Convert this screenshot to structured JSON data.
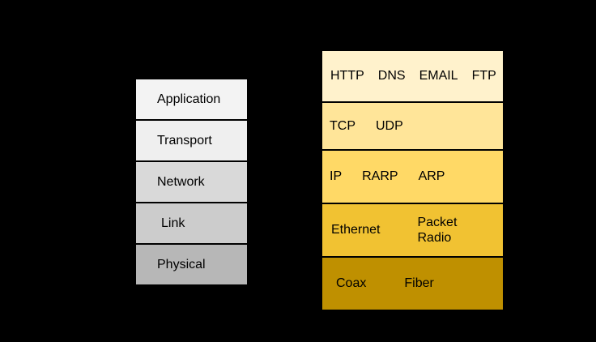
{
  "background_color": "#000000",
  "text_color": "#000000",
  "border_color": "#000000",
  "left_stack": {
    "layers": [
      {
        "label": "Application",
        "color": "#f3f3f3"
      },
      {
        "label": "Transport",
        "color": "#efefef"
      },
      {
        "label": "Network",
        "color": "#d9d9d9"
      },
      {
        "label": "Link",
        "color": "#cccccc"
      },
      {
        "label": "Physical",
        "color": "#b7b7b7"
      }
    ]
  },
  "right_stack": {
    "rows": [
      {
        "items": [
          "HTTP",
          "DNS",
          "EMAIL",
          "FTP"
        ],
        "color": "#fff2cc"
      },
      {
        "items": [
          "TCP",
          "UDP"
        ],
        "color": "#ffe599"
      },
      {
        "items": [
          "IP",
          "RARP",
          "ARP"
        ],
        "color": "#ffd966"
      },
      {
        "items": [
          "Ethernet",
          "Packet\nRadio"
        ],
        "color": "#f1c232"
      },
      {
        "items": [
          "Coax",
          "Fiber"
        ],
        "color": "#bf9000"
      }
    ]
  }
}
